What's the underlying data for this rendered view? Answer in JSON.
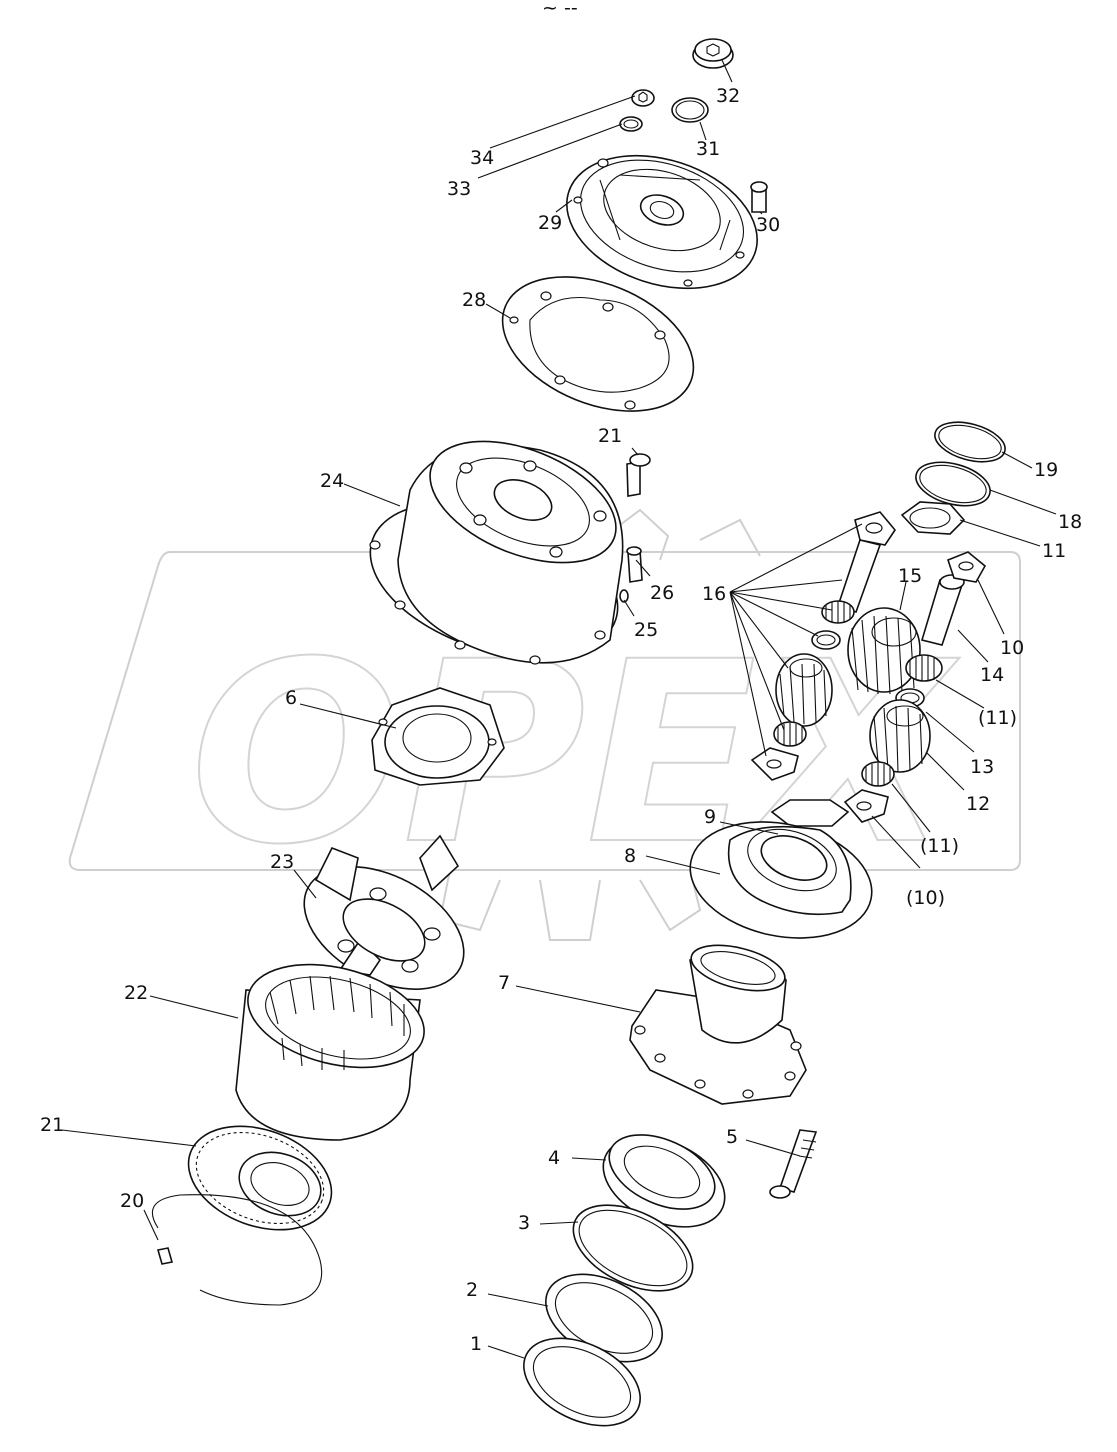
{
  "diagram": {
    "watermark": "OPEX",
    "top_mark": "~ --",
    "callouts": [
      {
        "id": "c32",
        "text": "32"
      },
      {
        "id": "c31",
        "text": "31"
      },
      {
        "id": "c34",
        "text": "34"
      },
      {
        "id": "c33",
        "text": "33"
      },
      {
        "id": "c29",
        "text": "29"
      },
      {
        "id": "c30",
        "text": "30"
      },
      {
        "id": "c28",
        "text": "28"
      },
      {
        "id": "c21a",
        "text": "21"
      },
      {
        "id": "c24",
        "text": "24"
      },
      {
        "id": "c19",
        "text": "19"
      },
      {
        "id": "c18",
        "text": "18"
      },
      {
        "id": "c11a",
        "text": "11"
      },
      {
        "id": "c16",
        "text": "16"
      },
      {
        "id": "c15",
        "text": "15"
      },
      {
        "id": "c26",
        "text": "26"
      },
      {
        "id": "c25",
        "text": "25"
      },
      {
        "id": "c10a",
        "text": "10"
      },
      {
        "id": "c14",
        "text": "14"
      },
      {
        "id": "c11b",
        "text": "(11)"
      },
      {
        "id": "c6",
        "text": "6"
      },
      {
        "id": "c13",
        "text": "13"
      },
      {
        "id": "c12",
        "text": "12"
      },
      {
        "id": "c9",
        "text": "9"
      },
      {
        "id": "c11c",
        "text": "(11)"
      },
      {
        "id": "c8",
        "text": "8"
      },
      {
        "id": "c10b",
        "text": "(10)"
      },
      {
        "id": "c23",
        "text": "23"
      },
      {
        "id": "c22",
        "text": "22"
      },
      {
        "id": "c7",
        "text": "7"
      },
      {
        "id": "c5",
        "text": "5"
      },
      {
        "id": "c4",
        "text": "4"
      },
      {
        "id": "c21b",
        "text": "21"
      },
      {
        "id": "c20",
        "text": "20"
      },
      {
        "id": "c3",
        "text": "3"
      },
      {
        "id": "c2",
        "text": "2"
      },
      {
        "id": "c1",
        "text": "1"
      }
    ]
  }
}
